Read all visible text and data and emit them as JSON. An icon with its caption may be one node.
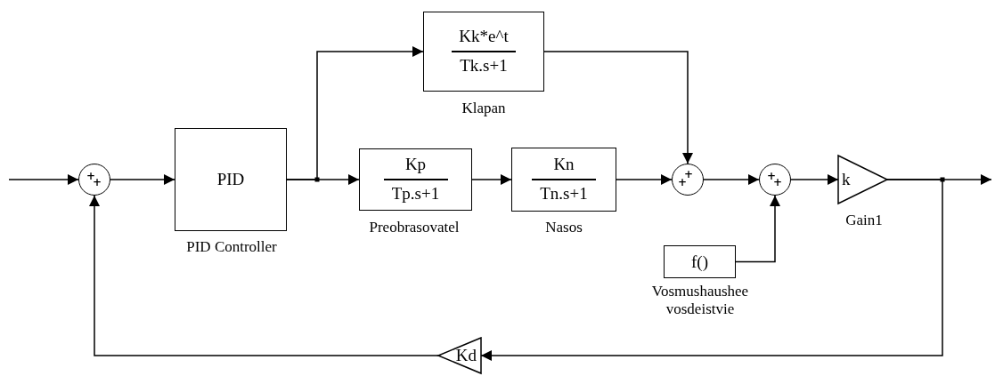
{
  "diagram": {
    "nodes": [
      {
        "text": [
          "+",
          "+"
        ]
      },
      {
        "text": [
          "PID"
        ],
        "beside": [
          "PID Controller"
        ]
      },
      {
        "text": [
          "Kk*e^t",
          "Tk.s+1"
        ],
        "beside": [
          "Klapan"
        ]
      },
      {
        "text": [
          "Kp",
          "Tp.s+1"
        ],
        "beside": [
          "Preobrasovatel"
        ]
      },
      {
        "text": [
          "Kn",
          "Tn.s+1"
        ],
        "beside": [
          "Nasos"
        ]
      },
      {
        "text": [
          "+",
          "+"
        ]
      },
      {
        "text": [
          "+",
          "+"
        ]
      },
      {
        "text": [
          "k"
        ],
        "beside": [
          "Gain1"
        ]
      },
      {
        "text": [
          "f()"
        ],
        "beside": [
          "Vosmushaushee vosdeistvie"
        ]
      },
      {
        "text": [
          "Kd"
        ]
      }
    ],
    "edges": [
      {
        "from": null,
        "to": 0,
        "arrow": "to"
      },
      {
        "from": 0,
        "to": 1,
        "arrow": "to"
      },
      {
        "from": 1,
        "to": 3,
        "arrow": "to"
      },
      {
        "from": 1,
        "to": 2,
        "arrow": "to"
      },
      {
        "from": 3,
        "to": 4,
        "arrow": "to"
      },
      {
        "from": 4,
        "to": 5,
        "arrow": "to"
      },
      {
        "from": 2,
        "to": 5,
        "arrow": "to"
      },
      {
        "from": 5,
        "to": 6,
        "arrow": "to"
      },
      {
        "from": 8,
        "to": 6,
        "arrow": "to"
      },
      {
        "from": 6,
        "to": 7,
        "arrow": "to"
      },
      {
        "from": 7,
        "to": null,
        "arrow": "to"
      },
      {
        "from": 7,
        "to": 9,
        "arrow": "to"
      },
      {
        "from": 9,
        "to": 0,
        "arrow": "to"
      }
    ]
  }
}
